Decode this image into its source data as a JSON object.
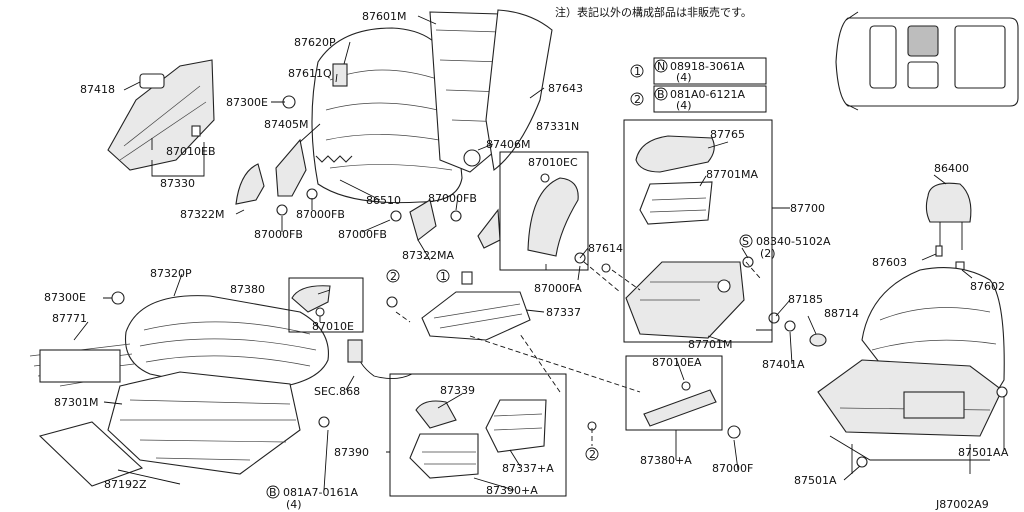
{
  "note": "注）表記以外の構成部品は非販売です。",
  "diagram_id": "J87002A9",
  "legend": [
    {
      "marker": "1",
      "symbol": "N",
      "part": "08918-3061A",
      "qty": "(4)"
    },
    {
      "marker": "2",
      "symbol": "B",
      "part": "081A0-6121A",
      "qty": "(4)"
    }
  ],
  "markers": {
    "one": "1",
    "two": "2"
  },
  "labels": {
    "p87601M": "87601M",
    "p87620P": "87620P",
    "p87611Q": "87611Q",
    "p87643": "87643",
    "p87418": "87418",
    "p87300E_top": "87300E",
    "p87405M": "87405M",
    "p87010EB": "87010EB",
    "p87330": "87330",
    "p87406M": "87406M",
    "p86510": "86510",
    "p87322M": "87322M",
    "p87000FB_1": "87000FB",
    "p87000FB_2": "87000FB",
    "p87000FB_3": "87000FB",
    "p87000FB_4": "87000FB",
    "p87322MA": "87322MA",
    "p87331N": "87331N",
    "p87010EC": "87010EC",
    "p87000FA": "87000FA",
    "p87614": "87614",
    "p87765": "87765",
    "p87701MA": "87701MA",
    "p87700": "87700",
    "s_prefix": "S",
    "p08340": "08340-5102A",
    "p08340_qty": "(2)",
    "p87701M": "87701M",
    "p86400": "86400",
    "p87603": "87603",
    "p87602": "87602",
    "p87185": "87185",
    "p88714": "88714",
    "p87401A": "87401A",
    "p87320P": "87320P",
    "p87300E_left": "87300E",
    "p87771": "87771",
    "p87380": "87380",
    "p87010E": "87010E",
    "p87337": "87337",
    "sec868": "SEC.868",
    "p87301M": "87301M",
    "p87339": "87339",
    "p87390": "87390",
    "p87337A": "87337+A",
    "p87390A": "87390+A",
    "p87010EA": "87010EA",
    "p87380A": "87380+A",
    "p87000F": "87000F",
    "p87192Z": "87192Z",
    "b_prefix": "B",
    "p081A7": "081A7-0161A",
    "p081A7_qty": "(4)",
    "p87501A": "87501A",
    "p87501AA": "87501AA"
  }
}
